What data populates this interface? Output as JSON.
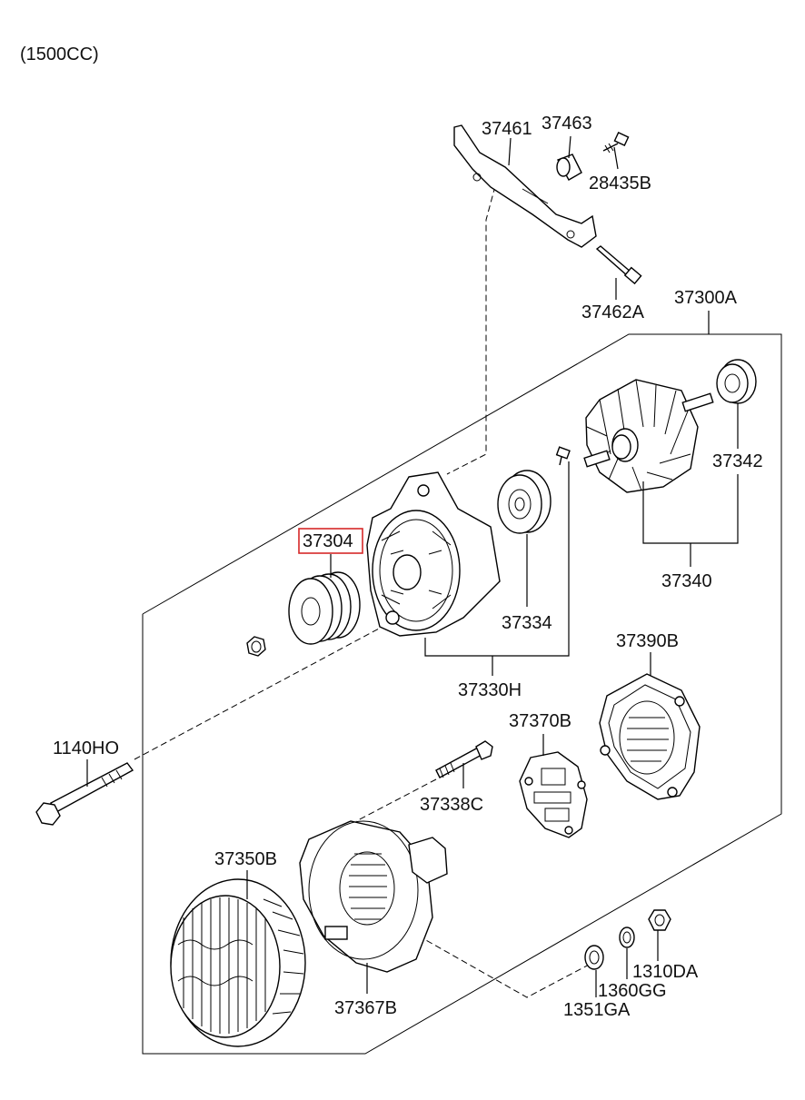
{
  "caption": "(1500CC)",
  "highlight_color": "#d62828",
  "labels": {
    "p37461": "37461",
    "p37463": "37463",
    "p28435B": "28435B",
    "p37462A": "37462A",
    "p37300A": "37300A",
    "p37342": "37342",
    "p37304": "37304",
    "p37334": "37334",
    "p37340": "37340",
    "p37330H": "37330H",
    "p37390B": "37390B",
    "p1140HO": "1140HO",
    "p37370B": "37370B",
    "p37338C": "37338C",
    "p37350B": "37350B",
    "p37367B": "37367B",
    "p1310DA": "1310DA",
    "p1360GG": "1360GG",
    "p1351GA": "1351GA"
  }
}
